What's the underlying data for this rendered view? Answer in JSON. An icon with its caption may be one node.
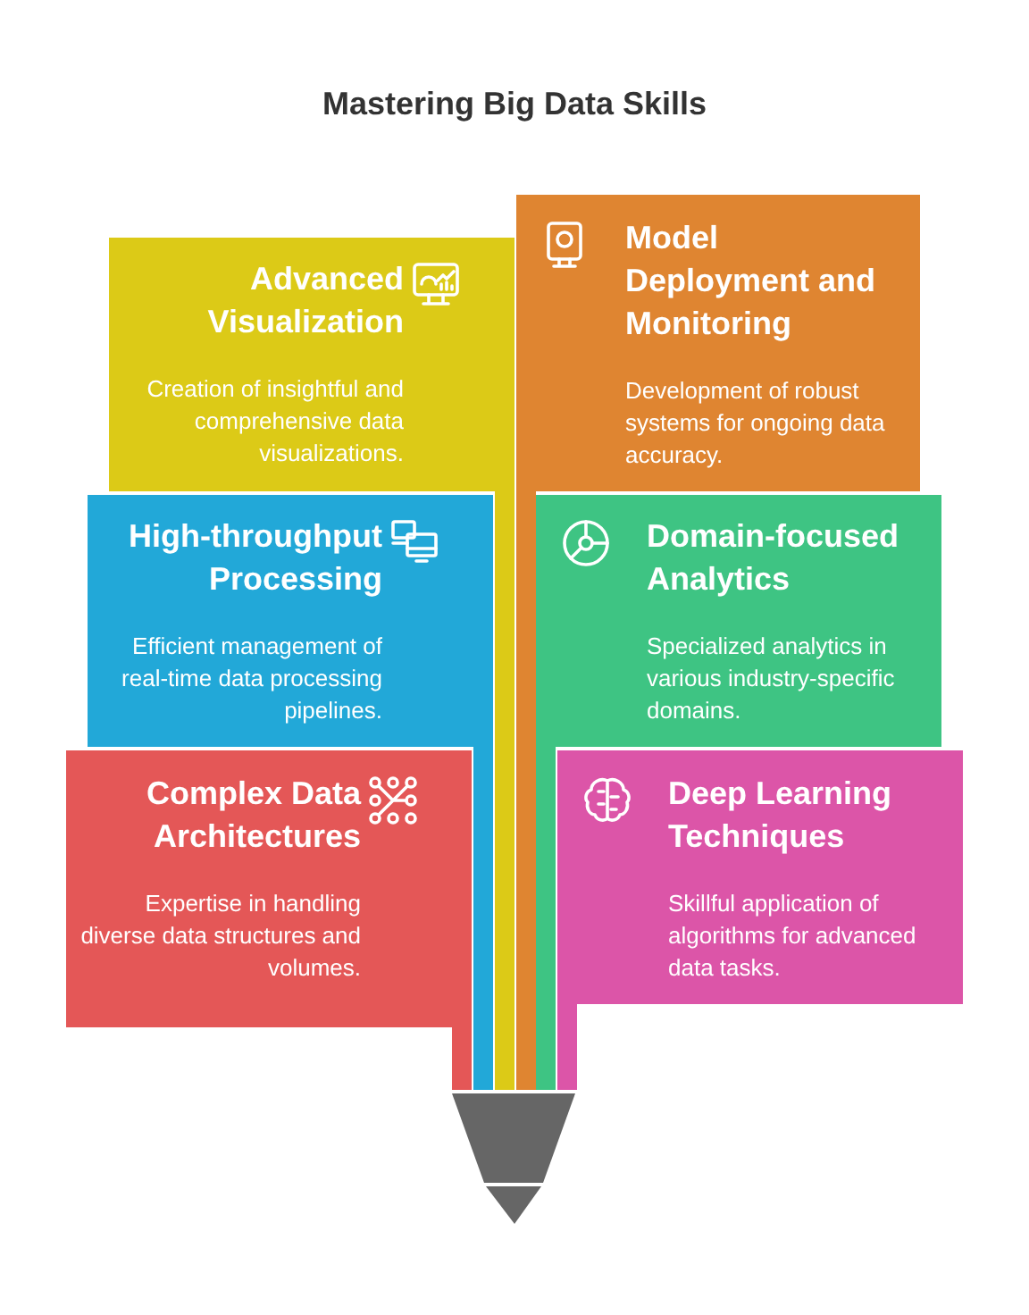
{
  "diagram": {
    "title": "Mastering Big Data Skills",
    "nodes": [
      {
        "text": [
          "Advanced Visualization",
          "Creation of insightful and comprehensive data visualizations."
        ]
      },
      {
        "text": [
          "Model Deployment and Monitoring",
          "Development of robust systems for ongoing data accuracy."
        ]
      },
      {
        "text": [
          "High-throughput Processing",
          "Efficient management of real-time data processing pipelines."
        ]
      },
      {
        "text": [
          "Domain-focused Analytics",
          "Specialized analytics in various industry-specific domains."
        ]
      },
      {
        "text": [
          "Complex Data Architectures",
          "Expertise in handling diverse data structures and volumes."
        ]
      },
      {
        "text": [
          "Deep Learning Techniques",
          "Skillful application of algorithms for advanced data tasks."
        ]
      }
    ]
  }
}
